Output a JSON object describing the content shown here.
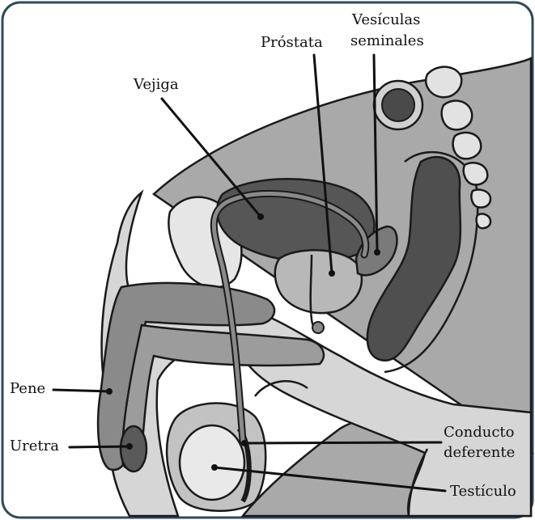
{
  "diagram": {
    "labels": {
      "vejiga": "Vejiga",
      "prostata": "Próstata",
      "vesiculas_line1": "Vesículas",
      "vesiculas_line2": "seminales",
      "pene": "Pene",
      "uretra": "Uretra",
      "conducto_line1": "Conducto",
      "conducto_line2": "deferente",
      "testiculo": "Testículo"
    },
    "colors": {
      "frame": "#2f4b5a",
      "background": "#ffffff",
      "skin_gray": "#a9a9a9",
      "light_gray": "#d2d2d2",
      "mid_gray": "#8a8a8a",
      "dark_gray": "#4f4f4f",
      "outline": "#1a1a1a"
    }
  }
}
